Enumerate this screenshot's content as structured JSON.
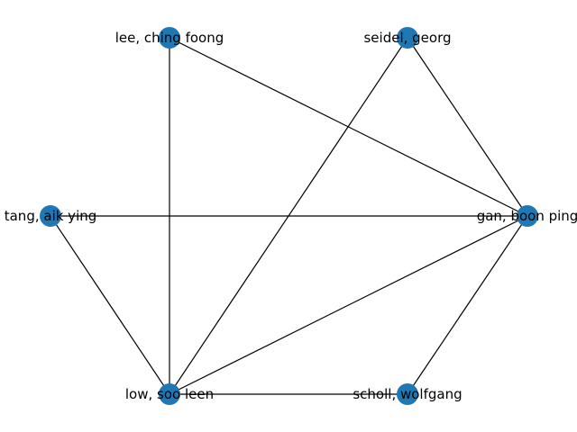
{
  "graph": {
    "node_color": "#1f77b4",
    "edge_color": "#000000",
    "nodes": [
      {
        "id": "lee",
        "label": "lee, ching foong"
      },
      {
        "id": "seidel",
        "label": "seidel, georg"
      },
      {
        "id": "tang",
        "label": "tang, aik ying"
      },
      {
        "id": "gan",
        "label": "gan, boon ping"
      },
      {
        "id": "low",
        "label": "low, soo leen"
      },
      {
        "id": "scholl",
        "label": "scholl, wolfgang"
      }
    ],
    "edges": [
      [
        "lee",
        "low"
      ],
      [
        "lee",
        "gan"
      ],
      [
        "seidel",
        "low"
      ],
      [
        "seidel",
        "gan"
      ],
      [
        "tang",
        "gan"
      ],
      [
        "tang",
        "low"
      ],
      [
        "gan",
        "low"
      ],
      [
        "gan",
        "scholl"
      ],
      [
        "low",
        "scholl"
      ]
    ]
  }
}
